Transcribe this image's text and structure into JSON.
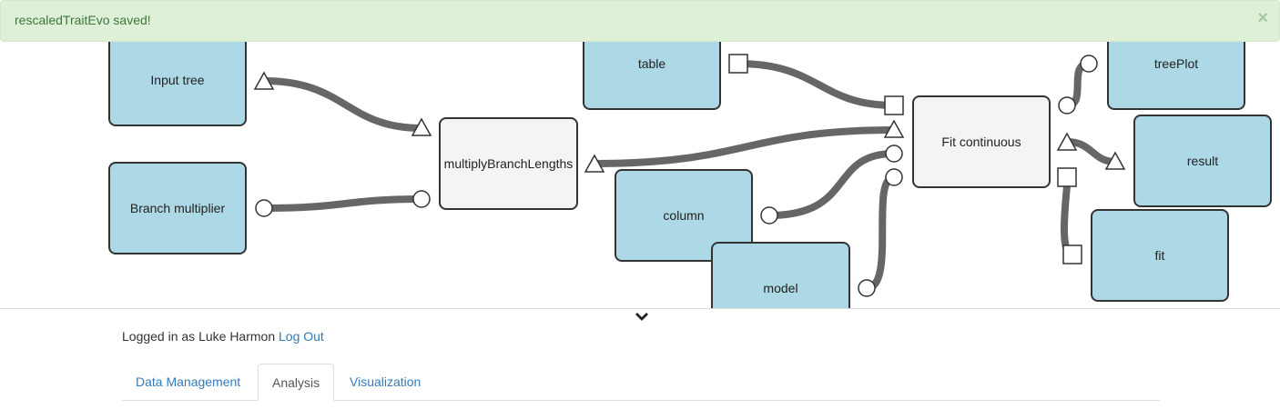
{
  "alert": {
    "message": "rescaledTraitEvo saved!",
    "close_label": "×"
  },
  "workflow": {
    "nodes": {
      "input_tree": "Input tree",
      "branch_multiplier": "Branch multiplier",
      "multiply": "multiplyBranchLengths",
      "table": "table",
      "column": "column",
      "model": "model",
      "fit_continuous": "Fit continuous",
      "tree_plot": "treePlot",
      "result": "result",
      "fit": "fit"
    },
    "colors": {
      "input_output_node": "#add8e6",
      "task_node": "#f4f4f4",
      "wire": "#666666"
    }
  },
  "session": {
    "prefix": "Logged in as Luke Harmon",
    "logout": "Log Out"
  },
  "tabs": [
    {
      "label": "Data Management",
      "active": false
    },
    {
      "label": "Analysis",
      "active": true
    },
    {
      "label": "Visualization",
      "active": false
    }
  ],
  "toggle_icon": "chevron-down-icon"
}
